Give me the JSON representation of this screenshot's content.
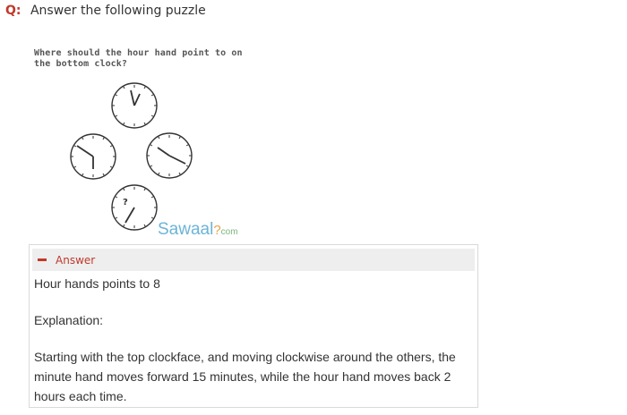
{
  "question": {
    "prefix": "Q:",
    "text": "Answer the following puzzle"
  },
  "puzzle": {
    "caption": "Where should the hour hand point to on the bottom clock?",
    "unknown_marker": "?",
    "watermark_main": "Sawaal",
    "watermark_mark": "?",
    "watermark_suffix": "com"
  },
  "answer": {
    "toggle_label": "Answer",
    "result": "Hour hands points to 8",
    "explanation_heading": "Explanation:",
    "explanation": "Starting with the top clockface, and moving clockwise around the others, the minute hand moves forward 15 minutes, while the hour hand moves back 2 hours each time."
  },
  "colors": {
    "accent": "#c0392b",
    "watermark": "#6cb4d8",
    "header_bg": "#eeeeee"
  }
}
